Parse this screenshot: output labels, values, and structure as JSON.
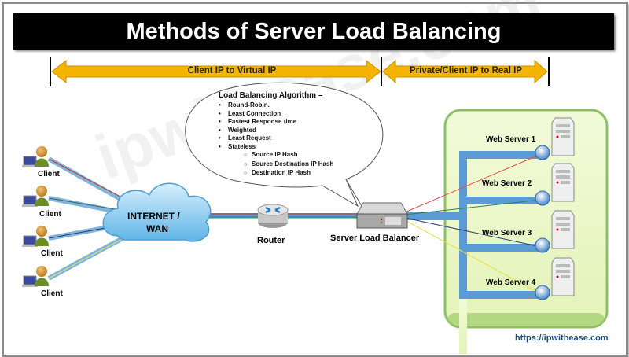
{
  "title": "Methods of Server Load Balancing",
  "arrows": {
    "left_label": "Client IP to Virtual IP",
    "right_label": "Private/Client IP to Real IP",
    "color": "#f5b400"
  },
  "algorithm_bubble": {
    "heading": "Load Balancing Algorithm –",
    "items": [
      "Round-Robin.",
      "Least Connection",
      "Fastest Response time",
      "Weighted",
      "Least Request",
      "Stateless"
    ],
    "stateless_subitems": [
      "Source IP Hash",
      "Source Destination IP Hash",
      "Destination IP Hash"
    ]
  },
  "clients": [
    {
      "label": "Client"
    },
    {
      "label": "Client"
    },
    {
      "label": "Client"
    },
    {
      "label": "Client"
    }
  ],
  "cloud": {
    "line1": "INTERNET /",
    "line2": "WAN"
  },
  "router": {
    "label": "Router"
  },
  "load_balancer": {
    "label": "Server Load Balancer"
  },
  "servers": [
    {
      "label": "Web Server 1"
    },
    {
      "label": "Web Server 2"
    },
    {
      "label": "Web Server 3"
    },
    {
      "label": "Web Server 4"
    }
  ],
  "watermark": "ipwithease.com",
  "footer_url": "https://ipwithease.com",
  "colors": {
    "link": "#5b9bd5",
    "server_pool": "#eaf7c9",
    "url": "#1f4e79"
  }
}
